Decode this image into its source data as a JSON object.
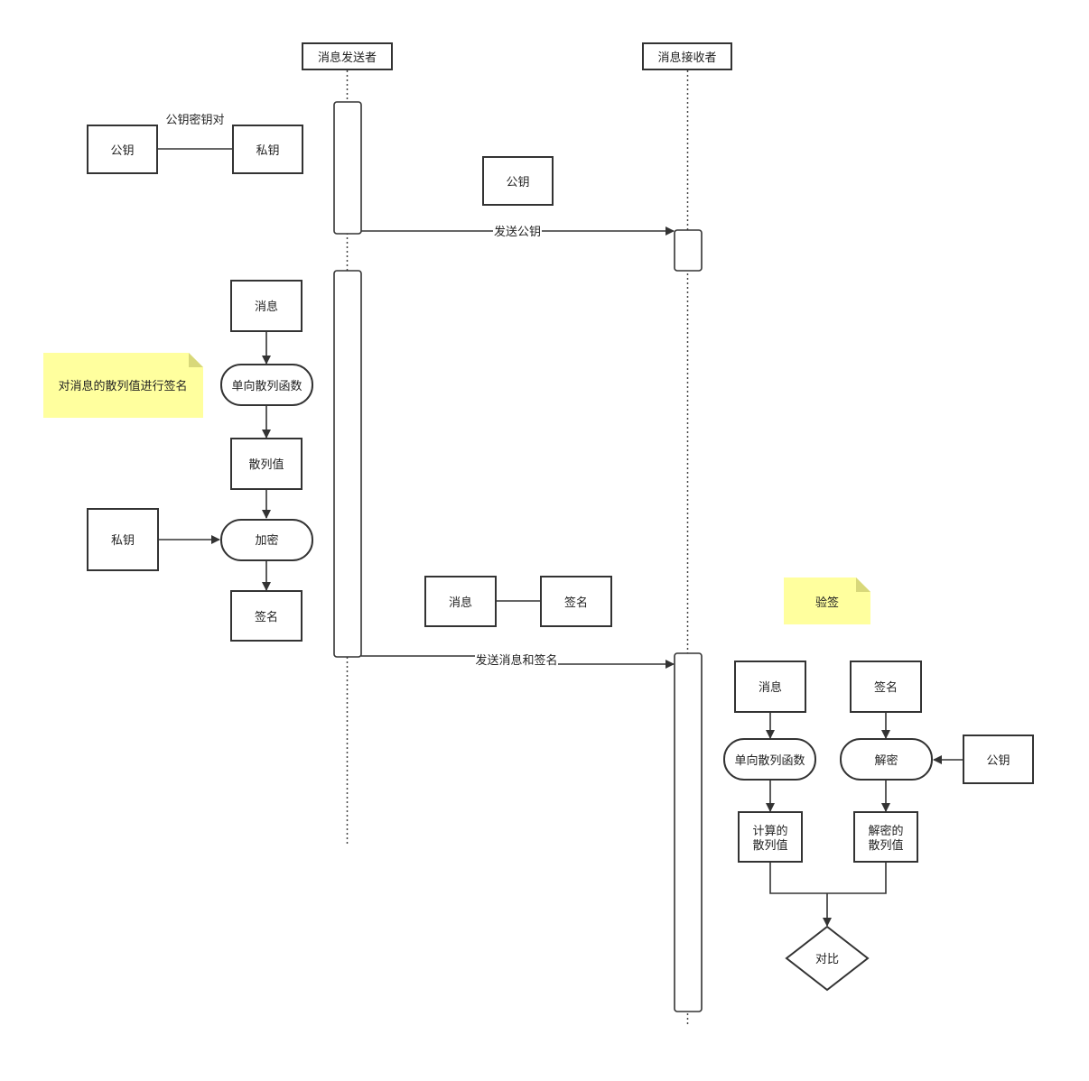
{
  "lifelines": {
    "sender": "消息发送者",
    "receiver": "消息接收者"
  },
  "key_pair": {
    "caption": "公钥密钥对",
    "public": "公钥",
    "private": "私钥"
  },
  "public_key_sent": "公钥",
  "messages": {
    "send_public_key": "发送公钥",
    "send_message_and_signature": "发送消息和签名"
  },
  "sign": {
    "note": "对消息的散列值进行签名",
    "message": "消息",
    "hash_function": "单向散列函数",
    "hash_value": "散列值",
    "private_key": "私钥",
    "encrypt": "加密",
    "signature": "签名"
  },
  "transmit": {
    "message": "消息",
    "signature": "签名"
  },
  "verify": {
    "note": "验签",
    "message": "消息",
    "signature": "签名",
    "hash_function": "单向散列函数",
    "decrypt": "解密",
    "public_key": "公钥",
    "computed_hash_line1": "计算的",
    "computed_hash_line2": "散列值",
    "decrypted_hash_line1": "解密的",
    "decrypted_hash_line2": "散列值",
    "compare": "对比"
  }
}
